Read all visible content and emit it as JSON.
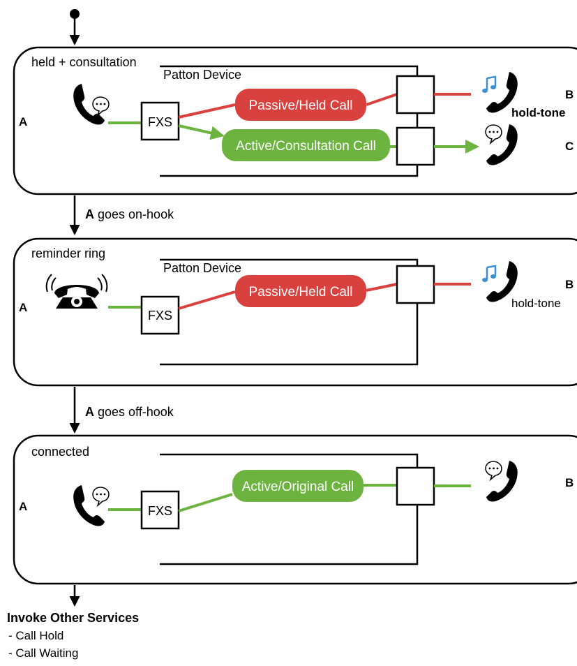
{
  "colors": {
    "held": "#d9413e",
    "active": "#6cb33f",
    "line": "#000000",
    "note_blue": "#3a8fd0"
  },
  "states": {
    "held_consultation": {
      "label": "held + consultation",
      "device": "Patton Device",
      "fxs": "FXS",
      "party_a": "A",
      "held_call": "Passive/Held Call",
      "active_call": "Active/Consultation Call",
      "party_b": "B",
      "party_b_tone": "hold-tone",
      "party_c": "C"
    },
    "reminder_ring": {
      "label": "reminder ring",
      "device": "Patton Device",
      "fxs": "FXS",
      "party_a": "A",
      "held_call": "Passive/Held Call",
      "party_b": "B",
      "party_b_tone": "hold-tone"
    },
    "connected": {
      "label": "connected",
      "fxs": "FXS",
      "party_a": "A",
      "active_call": "Active/Original Call",
      "party_b": "B"
    }
  },
  "transitions": {
    "on_hook": {
      "actor": "A",
      "text": " goes on-hook"
    },
    "off_hook": {
      "actor": "A",
      "text": " goes off-hook"
    }
  },
  "invoke": {
    "title": "Invoke Other Services",
    "items": [
      "- Call Hold",
      "- Call Waiting"
    ]
  }
}
